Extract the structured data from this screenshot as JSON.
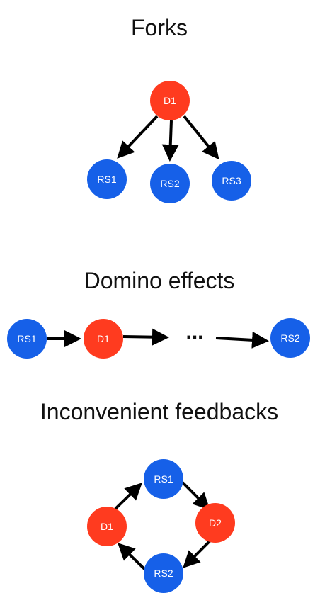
{
  "colors": {
    "d_node": "#ff3b1f",
    "rs_node": "#1660e8",
    "edge": "#000000"
  },
  "sections": [
    {
      "title": "Forks",
      "nodes": [
        {
          "id": "f-d1",
          "label": "D1",
          "kind": "d"
        },
        {
          "id": "f-rs1",
          "label": "RS1",
          "kind": "rs"
        },
        {
          "id": "f-rs2",
          "label": "RS2",
          "kind": "rs"
        },
        {
          "id": "f-rs3",
          "label": "RS3",
          "kind": "rs"
        }
      ]
    },
    {
      "title": "Domino effects",
      "nodes": [
        {
          "id": "d-rs1",
          "label": "RS1",
          "kind": "rs"
        },
        {
          "id": "d-d1",
          "label": "D1",
          "kind": "d"
        },
        {
          "id": "d-rs2",
          "label": "RS2",
          "kind": "rs"
        }
      ],
      "ellipsis": "..."
    },
    {
      "title": "Inconvenient feedbacks",
      "nodes": [
        {
          "id": "i-rs1",
          "label": "RS1",
          "kind": "rs"
        },
        {
          "id": "i-d2",
          "label": "D2",
          "kind": "d"
        },
        {
          "id": "i-rs2",
          "label": "RS2",
          "kind": "rs"
        },
        {
          "id": "i-d1",
          "label": "D1",
          "kind": "d"
        }
      ]
    }
  ]
}
